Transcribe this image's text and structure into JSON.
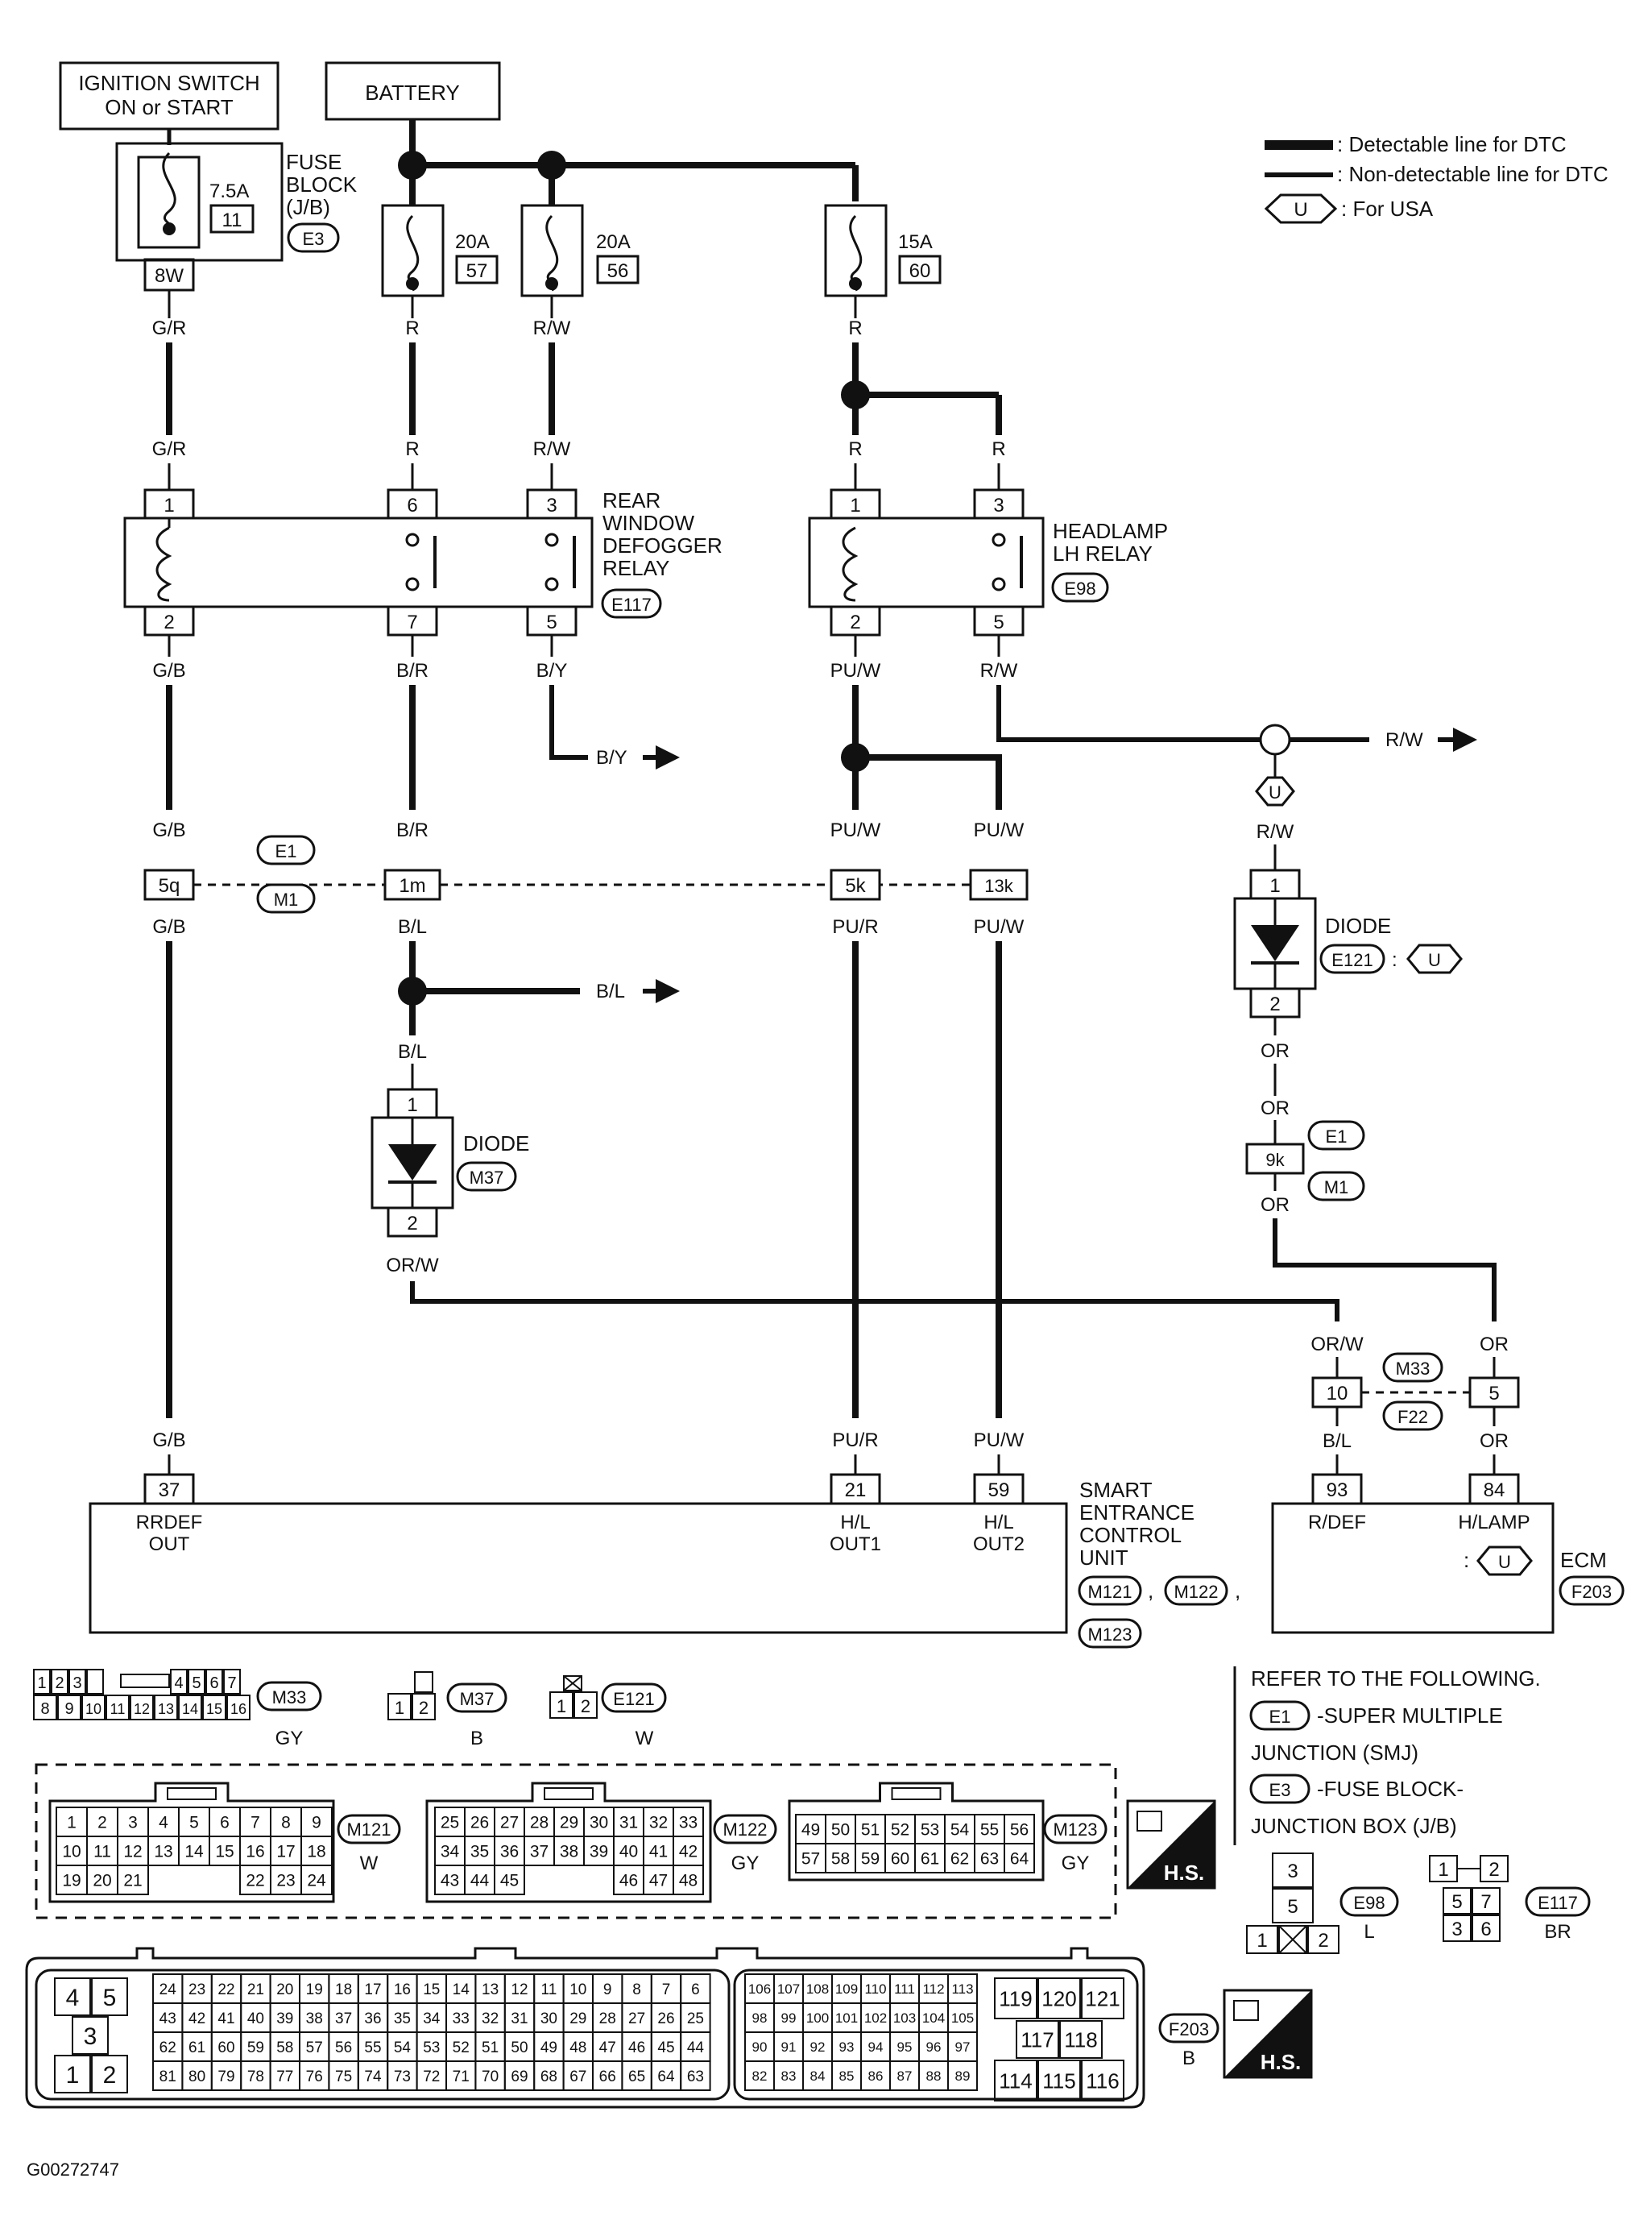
{
  "power": {
    "ignition_line1": "IGNITION SWITCH",
    "ignition_line2": "ON or START",
    "battery": "BATTERY"
  },
  "fuse_block": {
    "label_line1": "FUSE",
    "label_line2": "BLOCK",
    "label_line3": "(J/B)",
    "connector": "E3",
    "amp": "7.5A",
    "number": "11",
    "terminal": "8W"
  },
  "fuses": [
    {
      "amp": "20A",
      "number": "57"
    },
    {
      "amp": "20A",
      "number": "56"
    },
    {
      "amp": "15A",
      "number": "60"
    }
  ],
  "legend": {
    "detectable": ": Detectable line for DTC",
    "non_detectable": ": Non-detectable line for DTC",
    "usa_badge": "U",
    "usa_text": ": For USA"
  },
  "rear_relay": {
    "name_line1": "REAR",
    "name_line2": "WINDOW",
    "name_line3": "DEFOGGER",
    "name_line4": "RELAY",
    "connector": "E117",
    "pins": [
      "1",
      "6",
      "3",
      "2",
      "7",
      "5"
    ]
  },
  "headlamp_relay": {
    "name_line1": "HEADLAMP",
    "name_line2": "LH RELAY",
    "connector": "E98",
    "pins": [
      "1",
      "3",
      "2",
      "5"
    ]
  },
  "wires": {
    "gr": "G/R",
    "r": "R",
    "rw": "R/W",
    "gb": "G/B",
    "br": "B/R",
    "by": "B/Y",
    "puw": "PU/W",
    "bl": "B/L",
    "pur": "PU/R",
    "or": "OR",
    "orw": "OR/W"
  },
  "joint": {
    "e1": "E1",
    "m1": "M1",
    "pins": [
      "5q",
      "1m",
      "5k",
      "13k",
      "9k"
    ]
  },
  "diode_m37": {
    "name": "DIODE",
    "connector": "M37",
    "pin_in": "1",
    "pin_out": "2"
  },
  "diode_e121": {
    "name": "DIODE",
    "connector": "E121",
    "sep": ":",
    "badge": "U",
    "pin_in": "1",
    "pin_out": "2"
  },
  "sec": {
    "name_line1": "SMART",
    "name_line2": "ENTRANCE",
    "name_line3": "CONTROL",
    "name_line4": "UNIT",
    "connectors": [
      "M121",
      "M122",
      "M123"
    ],
    "comma": ",",
    "pins": [
      "37",
      "21",
      "59"
    ],
    "pin_labels": [
      [
        "RRDEF",
        "OUT"
      ],
      [
        "H/L",
        "OUT1"
      ],
      [
        "H/L",
        "OUT2"
      ]
    ]
  },
  "ecm": {
    "name": "ECM",
    "connector": "F203",
    "sep": ":",
    "badge": "U",
    "pins": [
      "93",
      "84"
    ],
    "pin_labels": [
      "R/DEF",
      "H/LAMP"
    ]
  },
  "m33_joint": {
    "top": "M33",
    "bottom": "F22",
    "pins": [
      "10",
      "5"
    ]
  },
  "refer": {
    "title": "REFER TO THE FOLLOWING.",
    "e1_badge": "E1",
    "e1_text": "-SUPER MULTIPLE",
    "e1_text2": "JUNCTION (SMJ)",
    "e3_badge": "E3",
    "e3_text": "-FUSE BLOCK-",
    "e3_text2": "JUNCTION BOX (J/B)"
  },
  "face_views": {
    "m33": {
      "id": "M33",
      "color": "GY",
      "row1": [
        "1",
        "2",
        "3",
        "",
        "4",
        "5",
        "6",
        "7"
      ],
      "row2": [
        "8",
        "9",
        "10",
        "11",
        "12",
        "13",
        "14",
        "15",
        "16"
      ]
    },
    "m37": {
      "id": "M37",
      "color": "B",
      "pins": [
        "1",
        "2"
      ]
    },
    "e121": {
      "id": "E121",
      "color": "W",
      "pins": [
        "1",
        "2"
      ]
    },
    "m121": {
      "id": "M121",
      "color": "W",
      "row1": [
        "1",
        "2",
        "3",
        "4",
        "5",
        "6",
        "7",
        "8",
        "9"
      ],
      "row2": [
        "10",
        "11",
        "12",
        "13",
        "14",
        "15",
        "16",
        "17",
        "18"
      ],
      "row3": [
        "19",
        "20",
        "21",
        "",
        "",
        "",
        "22",
        "23",
        "24"
      ]
    },
    "m122": {
      "id": "M122",
      "color": "GY",
      "row1": [
        "25",
        "26",
        "27",
        "28",
        "29",
        "30",
        "31",
        "32",
        "33"
      ],
      "row2": [
        "34",
        "35",
        "36",
        "37",
        "38",
        "39",
        "40",
        "41",
        "42"
      ],
      "row3": [
        "43",
        "44",
        "45",
        "",
        "",
        "",
        "46",
        "47",
        "48"
      ]
    },
    "m123": {
      "id": "M123",
      "color": "GY",
      "row1": [
        "49",
        "50",
        "51",
        "52",
        "53",
        "54",
        "55",
        "56"
      ],
      "row2": [
        "57",
        "58",
        "59",
        "60",
        "61",
        "62",
        "63",
        "64"
      ]
    },
    "hs": "H.S.",
    "e98": {
      "id": "E98",
      "color": "L",
      "pins": [
        "3",
        "5",
        "1",
        "2"
      ]
    },
    "e117": {
      "id": "E117",
      "color": "BR",
      "pins": [
        "1",
        "2",
        "5",
        "7",
        "3",
        "6"
      ]
    },
    "f203": {
      "id": "F203",
      "color": "B",
      "left": [
        "4",
        "5",
        "3",
        "1",
        "2"
      ],
      "r1": [
        "24",
        "23",
        "22",
        "21",
        "20",
        "19",
        "18",
        "17",
        "16",
        "15",
        "14",
        "13",
        "12",
        "11",
        "10",
        "9",
        "8",
        "7",
        "6"
      ],
      "r2": [
        "43",
        "42",
        "41",
        "40",
        "39",
        "38",
        "37",
        "36",
        "35",
        "34",
        "33",
        "32",
        "31",
        "30",
        "29",
        "28",
        "27",
        "26",
        "25"
      ],
      "r3": [
        "62",
        "61",
        "60",
        "59",
        "58",
        "57",
        "56",
        "55",
        "54",
        "53",
        "52",
        "51",
        "50",
        "49",
        "48",
        "47",
        "46",
        "45",
        "44"
      ],
      "r4": [
        "81",
        "80",
        "79",
        "78",
        "77",
        "76",
        "75",
        "74",
        "73",
        "72",
        "71",
        "70",
        "69",
        "68",
        "67",
        "66",
        "65",
        "64",
        "63"
      ],
      "m1": [
        "106",
        "107",
        "108",
        "109",
        "110",
        "111",
        "112",
        "113"
      ],
      "m2": [
        "98",
        "99",
        "100",
        "101",
        "102",
        "103",
        "104",
        "105"
      ],
      "m3": [
        "90",
        "91",
        "92",
        "93",
        "94",
        "95",
        "96",
        "97"
      ],
      "m4": [
        "82",
        "83",
        "84",
        "85",
        "86",
        "87",
        "88",
        "89"
      ],
      "right": [
        "119",
        "120",
        "121",
        "117",
        "118",
        "114",
        "115",
        "116"
      ]
    }
  },
  "figure_code": "G00272747"
}
